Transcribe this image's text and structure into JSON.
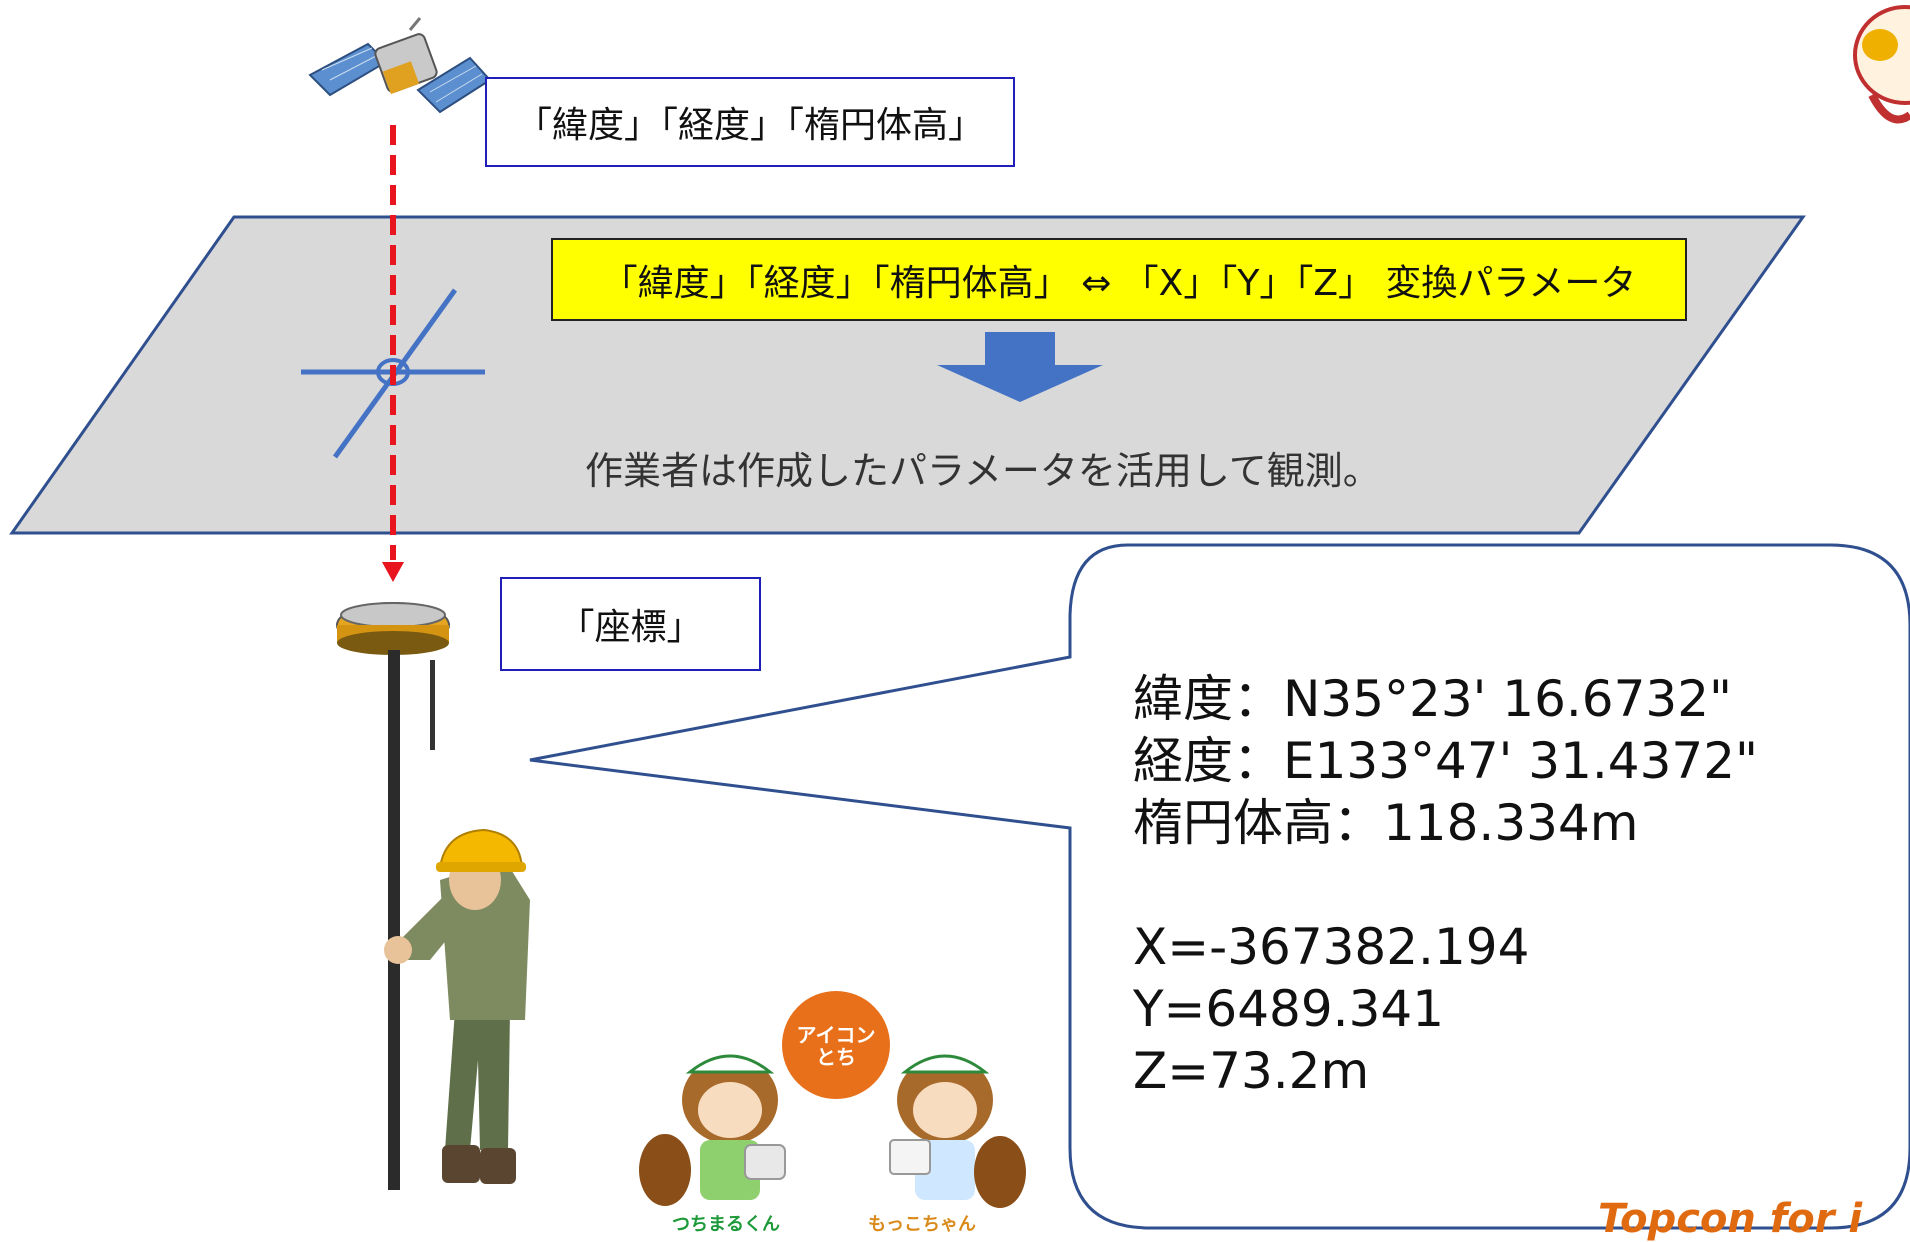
{
  "satellite_label": "「緯度」「経度」「楕円体高」",
  "conversion_label": "「緯度」「経度」「楕円体高」 ⇔ 「X」「Y」「Z」 変換パラメータ",
  "note": "作業者は作成したパラメータを活用して観測。",
  "coordinate_label": "「座標」",
  "callout": {
    "lat": "緯度：N35°23'  16.6732\"",
    "lon": "経度：E133°47'  31.4372\"",
    "height": "楕円体高：118.334m",
    "x": "X=-367382.194",
    "y": "Y=6489.341",
    "z": "Z=73.2m"
  },
  "mascots": {
    "left_name": "つちまるくん",
    "right_name": "もっこちゃん",
    "badge": "アイコン とち"
  },
  "footer_logo": "Topcon for i",
  "colors": {
    "plane_fill": "#d9d9d9",
    "plane_stroke": "#2f4f8f",
    "dash_red": "#e8141e",
    "box_blue": "#1f1fb8",
    "arrow_blue": "#4472c4",
    "highlight": "#ffff00"
  }
}
